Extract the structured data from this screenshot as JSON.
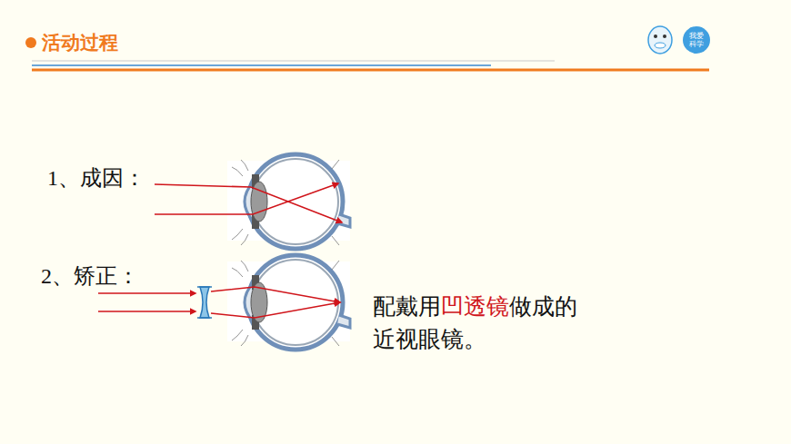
{
  "diagram": {
    "title": "活动过程",
    "labels": [
      "1、成因：",
      "2、矫正：",
      "配戴用",
      "凹透镜",
      "做成的近视眼镜。",
      "我爱科学"
    ]
  }
}
